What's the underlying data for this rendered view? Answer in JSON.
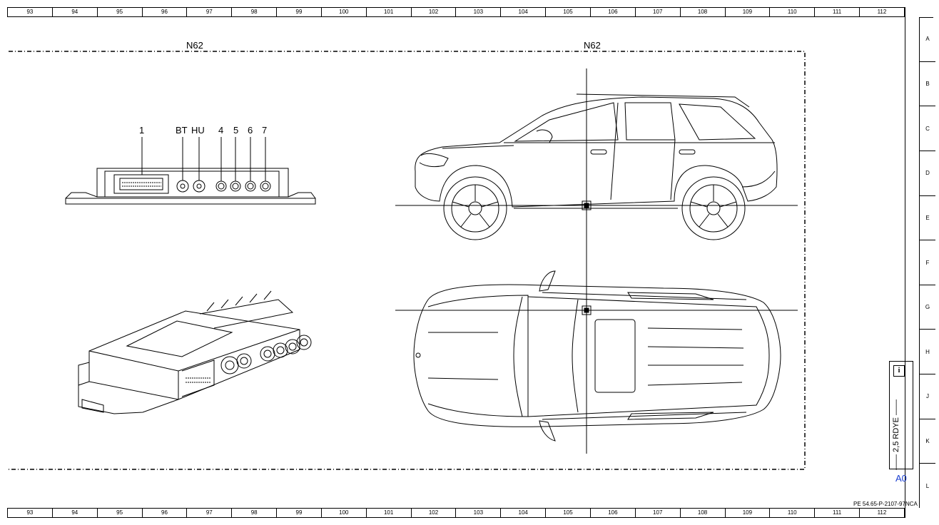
{
  "top_ruler": [
    "93",
    "94",
    "95",
    "96",
    "97",
    "98",
    "99",
    "100",
    "101",
    "102",
    "103",
    "104",
    "105",
    "106",
    "107",
    "108",
    "109",
    "110",
    "111",
    "112"
  ],
  "bottom_ruler": [
    "93",
    "94",
    "95",
    "96",
    "97",
    "98",
    "99",
    "100",
    "101",
    "102",
    "103",
    "104",
    "105",
    "106",
    "107",
    "108",
    "109",
    "110",
    "111",
    "112"
  ],
  "side_ruler": [
    "A",
    "B",
    "C",
    "D",
    "E",
    "F",
    "G",
    "H",
    "J",
    "K",
    "L"
  ],
  "component_left_title": "N62",
  "component_right_title": "N62",
  "connector_labels": [
    "1",
    "BT",
    "HU",
    "4",
    "5",
    "6",
    "7"
  ],
  "legend": {
    "info_glyph": "i",
    "wire_text": "—— 2,5 RDYE ——",
    "ref": "A0"
  },
  "footer_code": "PE 54.65-P-2107-97NCA"
}
